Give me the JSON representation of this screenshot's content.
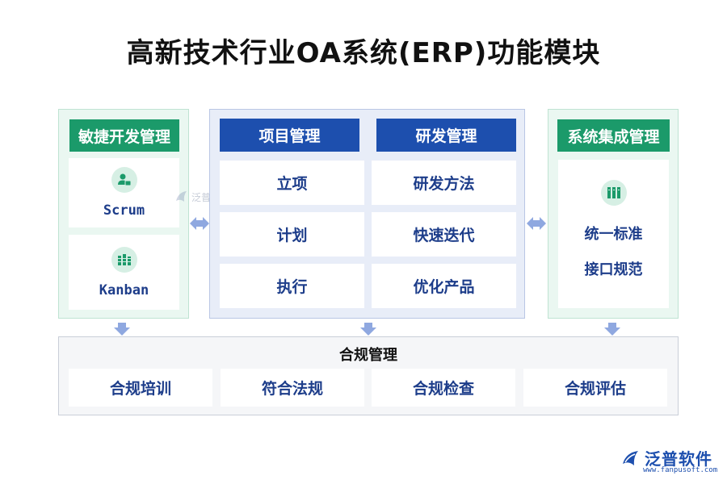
{
  "title": "高新技术行业OA系统(ERP)功能模块",
  "left": {
    "header": "敏捷开发管理",
    "items": [
      {
        "label": "Scrum",
        "icon": "user-badge-icon"
      },
      {
        "label": "Kanban",
        "icon": "kanban-board-icon"
      }
    ]
  },
  "middle": {
    "headers": [
      "项目管理",
      "研发管理"
    ],
    "project_items": [
      "立项",
      "计划",
      "执行"
    ],
    "rd_items": [
      "研发方法",
      "快速迭代",
      "优化产品"
    ]
  },
  "right": {
    "header": "系统集成管理",
    "icon": "server-rack-icon",
    "lines": [
      "统一标准",
      "接口规范"
    ]
  },
  "bottom": {
    "title": "合规管理",
    "items": [
      "合规培训",
      "符合法规",
      "合规检查",
      "合规评估"
    ]
  },
  "watermark": {
    "text": "泛普软件"
  },
  "logo": {
    "text": "泛普软件",
    "url": "www.fanpusoft.com"
  },
  "colors": {
    "green": "#1b9a6a",
    "blue": "#1d4fae",
    "text_blue": "#1d3d8a",
    "arrow": "#8fa8e0"
  }
}
